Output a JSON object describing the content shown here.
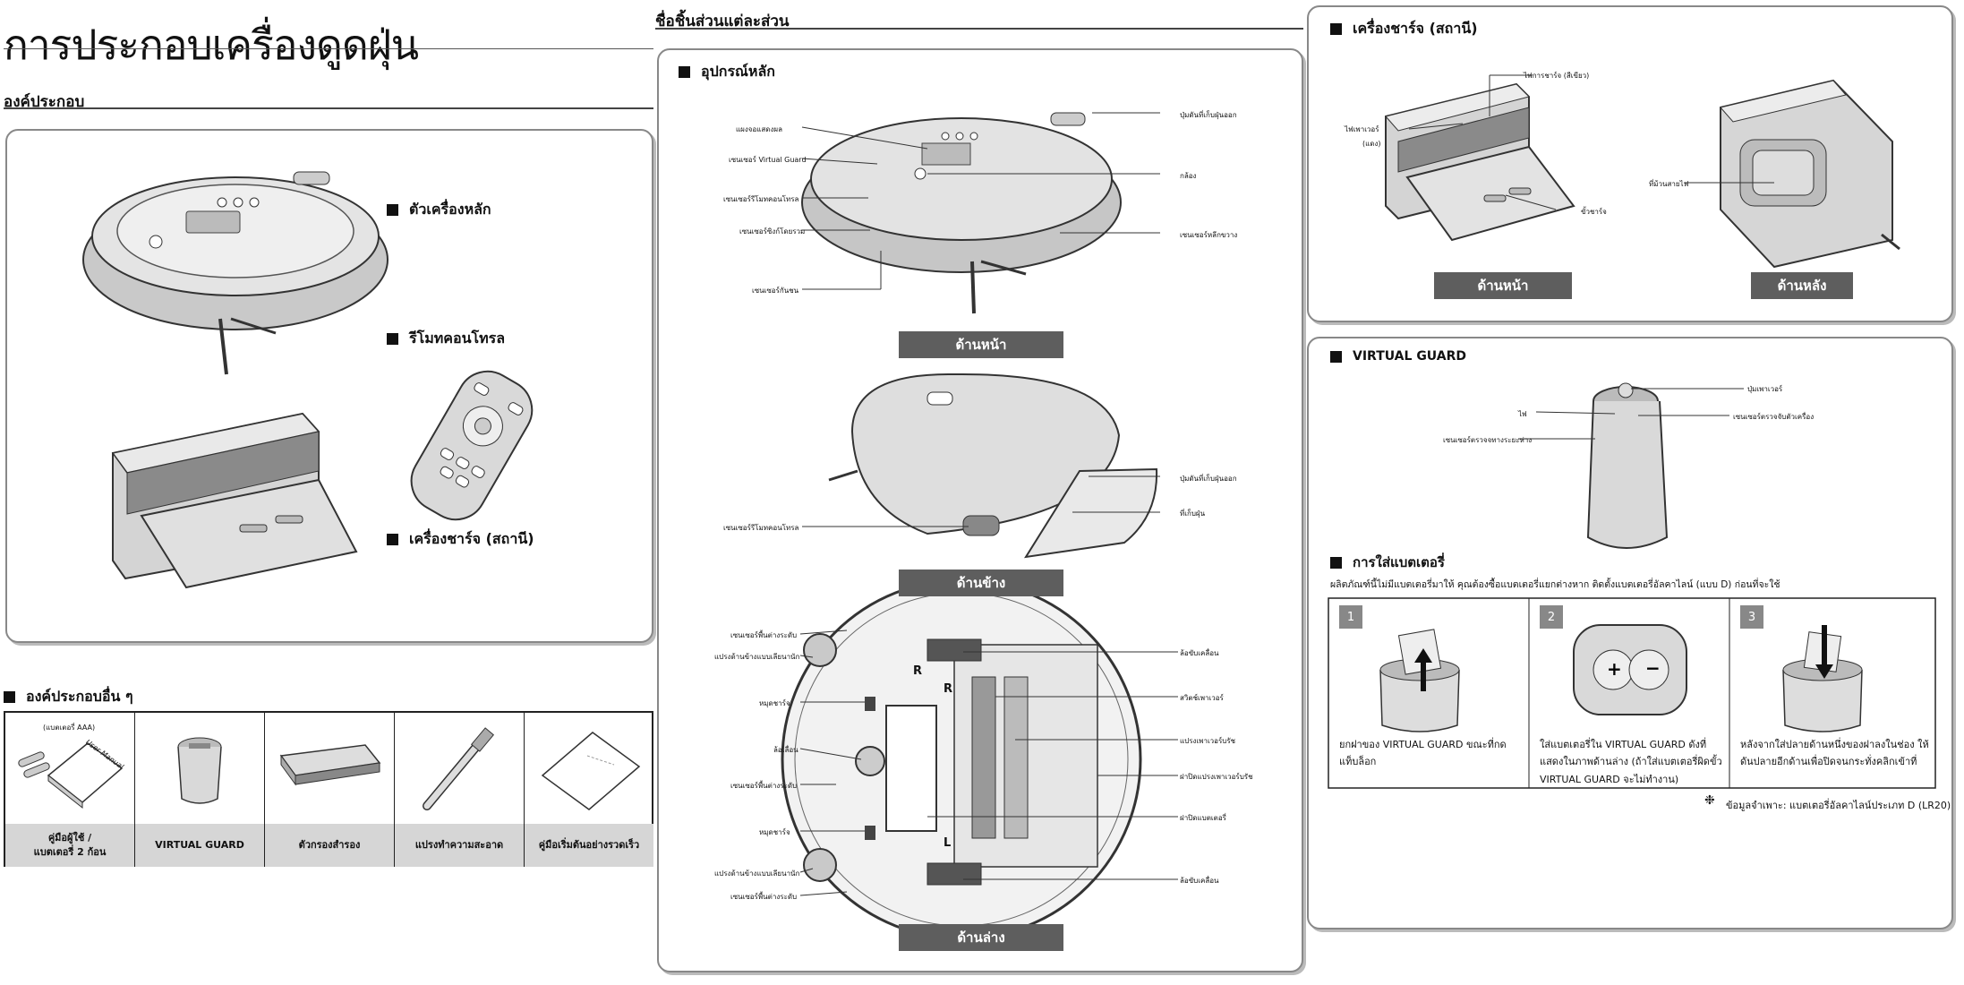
{
  "page_title": "การประกอบเครื่องดูดฝุ่น",
  "components_title": "องค์ประกอบ",
  "components_list": {
    "main_unit": "ตัวเครื่องหลัก",
    "remote": "รีโมทคอนโทรล",
    "charger": "เครื่องชาร์จ (สถานี)"
  },
  "other_components": {
    "title": "องค์ประกอบอื่น ๆ",
    "battery_note": "(แบตเตอรี่ AAA)",
    "manual_cover": "User Manual",
    "items": [
      {
        "caption": "คู่มือผู้ใช้ /\nแบตเตอรี่ 2 ก้อน"
      },
      {
        "caption": "VIRTUAL GUARD"
      },
      {
        "caption": "ตัวกรองสำรอง"
      },
      {
        "caption": "แปรงทำความสะอาด"
      },
      {
        "caption": "คู่มือเริ่มต้นอย่างรวดเร็ว"
      }
    ]
  },
  "parts_title": "ชื่อชิ้นส่วนแต่ละส่วน",
  "main_device": {
    "title": "อุปกรณ์หลัก",
    "front": {
      "left_labels": [
        "แผงจอแสดงผล",
        "เซนเซอร์ Virtual Guard",
        "เซนเซอร์รีโมทคอนโทรล",
        "เซนเซอร์ซิงก์โดยรวม",
        "เซนเซอร์กันชน"
      ],
      "right_labels": [
        "ปุ่มดันที่เก็บฝุ่นออก",
        "กล้อง",
        "เซนเซอร์หลีกขวาง"
      ],
      "view": "ด้านหน้า"
    },
    "side": {
      "left_labels": [
        "เซนเซอร์รีโมทคอนโทรล"
      ],
      "right_labels": [
        "ปุ่มดันที่เก็บฝุ่นออก",
        "ที่เก็บฝุ่น"
      ],
      "view": "ด้านข้าง"
    },
    "bottom": {
      "left_labels": [
        "เซนเซอร์พื้นต่างระดับ",
        "แปรงด้านข้างแบบเลียนานัก",
        "หมุดชาร์จ",
        "ล้อเลื่อน",
        "เซนเซอร์พื้นต่างระดับ",
        "หมุดชาร์จ",
        "แปรงด้านข้างแบบเลียนานัก",
        "เซนเซอร์พื้นต่างระดับ"
      ],
      "right_labels": [
        "ล้อขับเคลื่อน",
        "สวิตช์เพาเวอร์",
        "แปรงเพาเวอร์บรัช",
        "ฝาปิดแปรงเพาเวอร์บรัช",
        "ฝาปิดแบตเตอรี่",
        "ล้อขับเคลื่อน"
      ],
      "marks": [
        "R",
        "R",
        "L"
      ],
      "view": "ด้านล่าง"
    }
  },
  "charger_station": {
    "title": "เครื่องชาร์จ (สถานี)",
    "front_labels": [
      "ไฟการชาร์จ (สีเขียว)",
      "ไฟเพาเวอร์",
      "(แดง)",
      "ขั้วชาร์จ"
    ],
    "back_labels": [
      "ที่ม้วนสายไฟ"
    ],
    "front_view": "ด้านหน้า",
    "back_view": "ด้านหลัง"
  },
  "virtual_guard": {
    "title": "VIRTUAL GUARD",
    "labels": [
      "ปุ่มเพาเวอร์",
      "ไฟ",
      "เซนเซอร์ตรวจจับตัวเครื่อง",
      "เซนเซอร์ตรวจจทางระยะห่าง"
    ]
  },
  "battery_install": {
    "title": "การใส่แบตเตอรี่",
    "note": "ผลิตภัณฑ์นี้ไม่มีแบตเตอรี่มาให้ คุณต้องซื้อแบตเตอรี่แยกต่างหาก ติดตั้งแบตเตอรี่อัลคาไลน์ (แบบ D) ก่อนที่จะใช้",
    "steps": [
      {
        "num": "1",
        "text": "ยกฝาของ VIRTUAL GUARD ขณะที่กด\nแท็บล็อก"
      },
      {
        "num": "2",
        "text": "ใส่แบตเตอรี่ใน VIRTUAL GUARD ดังที่\nแสดงในภาพด้านล่าง (ถ้าใส่แบตเตอรี่ผิดขั้ว\nVIRTUAL GUARD จะไม่ทำงาน)"
      },
      {
        "num": "3",
        "text": "หลังจากใส่ปลายด้านหนึ่งของฝาลงในช่อง ให้\nดันปลายอีกด้านเพื่อปิดจนกระทั่งคลิกเข้าที่"
      }
    ],
    "footnote_symbol": "❉",
    "footnote": "ข้อมูลจำเพาะ: แบตเตอรี่อัลคาไลน์ประเภท D (LR20)"
  },
  "colors": {
    "view_bar": "#5e5e5e",
    "caption_bg": "#d6d6d6",
    "panel_border": "#888888"
  }
}
